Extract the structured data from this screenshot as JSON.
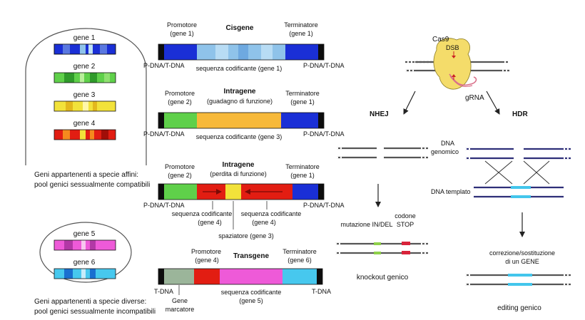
{
  "colors": {
    "blue": "#1a2fd6",
    "light_blue": "#8fc3ea",
    "green": "#5fd04a",
    "yellow": "#f2e23a",
    "orange": "#f7b93a",
    "red": "#e21d12",
    "magenta": "#ee5ad8",
    "cyan": "#47c8ee",
    "olive": "#9bb59a",
    "navy": "#2e2f78",
    "highlight_blue": "#43c6ec",
    "cas9_yellow": "#f4dc6a",
    "black": "#0d0d0d"
  },
  "pools": {
    "compatible": {
      "genes": [
        "gene 1",
        "gene 2",
        "gene 3",
        "gene 4"
      ],
      "caption_line1": "Geni appartenenti a specie affini:",
      "caption_line2": "pool genici sessualmente compatibili"
    },
    "incompatible": {
      "genes": [
        "gene 5",
        "gene 6"
      ],
      "caption_line1": "Geni appartenenti a specie diverse:",
      "caption_line2": "pool genici sessualmente incompatibili"
    }
  },
  "constructs": {
    "cisgene": {
      "title": "Cisgene",
      "promoter": "Promotore",
      "promoter_gene": "(gene 1)",
      "terminator": "Terminatore",
      "terminator_gene": "(gene 1)",
      "border_left": "P-DNA/T-DNA",
      "border_right": "P-DNA/T-DNA",
      "coding": "sequenza codificante (gene 1)"
    },
    "intragene_gain": {
      "title": "Intragene",
      "subtitle": "(guadagno di funzione)",
      "promoter": "Promotore",
      "promoter_gene": "(gene 2)",
      "terminator": "Terminatore",
      "terminator_gene": "(gene 1)",
      "border_left": "P-DNA/T-DNA",
      "border_right": "P-DNA/T-DNA",
      "coding": "sequenza codificante (gene 3)"
    },
    "intragene_loss": {
      "title": "Intragene",
      "subtitle": "(perdita di funzione)",
      "promoter": "Promotore",
      "promoter_gene": "(gene 2)",
      "terminator": "Terminatore",
      "terminator_gene": "(gene 1)",
      "border_left": "P-DNA/T-DNA",
      "border_right": "P-DNA/T-DNA",
      "coding_left_line1": "sequenza codificante",
      "coding_left_line2": "(gene 4)",
      "coding_right_line1": "sequenza codificante",
      "coding_right_line2": "(gene 4)",
      "spacer": "spaziatore (gene 3)"
    },
    "transgene": {
      "title": "Transgene",
      "promoter": "Promotore",
      "promoter_gene": "(gene 4)",
      "terminator": "Terminatore",
      "terminator_gene": "(gene 6)",
      "border_left": "T-DNA",
      "border_right": "T-DNA",
      "coding_line1": "sequenza codificante",
      "coding_line2": "(gene 5)",
      "marker_line1": "Gene",
      "marker_line2": "marcatore"
    }
  },
  "crispr": {
    "cas9": "Cas9",
    "dsb": "DSB",
    "grna": "gRNA",
    "nhej": "NHEJ",
    "hdr": "HDR",
    "dna_genomic_line1": "DNA",
    "dna_genomic_line2": "genomico",
    "dna_template": "DNA templato",
    "mutation_indel": "mutazione IN/DEL",
    "stop_codon_line1": "codone",
    "stop_codon_line2": "STOP",
    "knockout": "knockout genico",
    "correction_line1": "correzione/sostituzione",
    "correction_line2": "di un GENE",
    "editing": "editing genico"
  }
}
